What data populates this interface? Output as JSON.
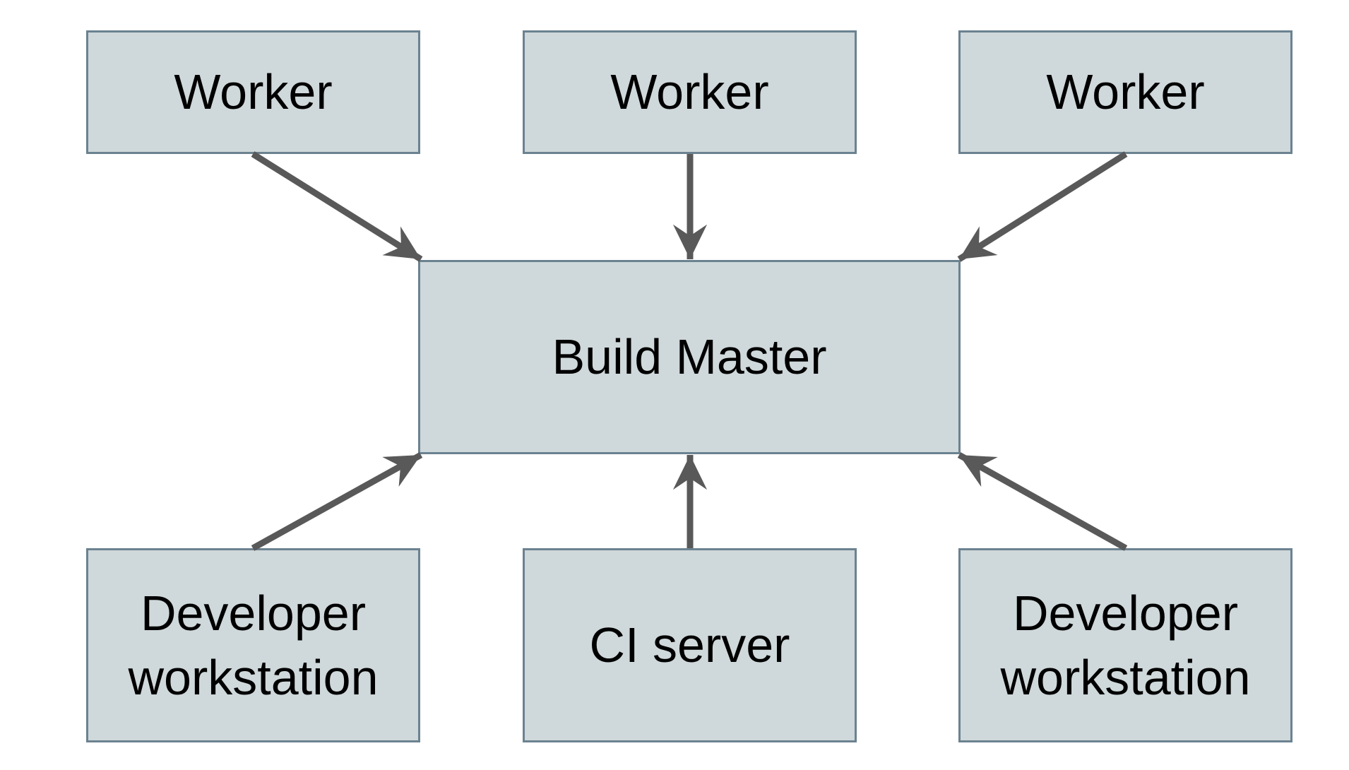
{
  "diagram": {
    "nodes": {
      "worker_top_left": {
        "label": "Worker"
      },
      "worker_top_center": {
        "label": "Worker"
      },
      "worker_top_right": {
        "label": "Worker"
      },
      "build_master": {
        "label": "Build Master"
      },
      "developer_workstation_left": {
        "label": "Developer workstation"
      },
      "ci_server": {
        "label": "CI server"
      },
      "developer_workstation_right": {
        "label": "Developer workstation"
      }
    },
    "edges": [
      {
        "from": "worker_top_left",
        "to": "build_master"
      },
      {
        "from": "worker_top_center",
        "to": "build_master"
      },
      {
        "from": "worker_top_right",
        "to": "build_master"
      },
      {
        "from": "developer_workstation_left",
        "to": "build_master"
      },
      {
        "from": "ci_server",
        "to": "build_master"
      },
      {
        "from": "developer_workstation_right",
        "to": "build_master"
      }
    ],
    "colors": {
      "background": "#ffffff",
      "node_fill": "#cfd8da",
      "node_border": "#6b8290",
      "arrow": "#595959",
      "text": "#000000"
    }
  }
}
